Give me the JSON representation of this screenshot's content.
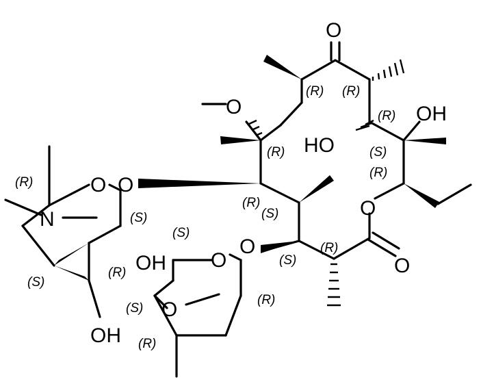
{
  "atom_labels": {
    "ketone_o": "O",
    "methoxy_o": "O",
    "oh_c11": "OH",
    "ho_c12": "HO",
    "glycosidic_o_upper": "O",
    "ring_o_desosamine": "O",
    "nitrogen": "N",
    "ring_o_lactone": "O",
    "glycosidic_o_lower": "O",
    "ring_o_cladinose": "O",
    "carbonyl_o_lactone": "O",
    "oh_cladinose": "OH",
    "ring_o_cladinose_methoxy": "O",
    "oh_desosamine": "OH"
  },
  "stereo_labels": {
    "c1": "(R)",
    "c2": "(R)",
    "c3": "(R)",
    "c4": "(R)",
    "c5": "(S)",
    "c6": "(R)",
    "c7": "(R)",
    "c8": "(S)",
    "c9": "(S)",
    "c10": "(S)",
    "c11": "(R)",
    "c12": "(S)",
    "c13": "(R)",
    "c14": "(S)",
    "c15": "(R)",
    "c16": "(S)",
    "c17": "(R)"
  }
}
